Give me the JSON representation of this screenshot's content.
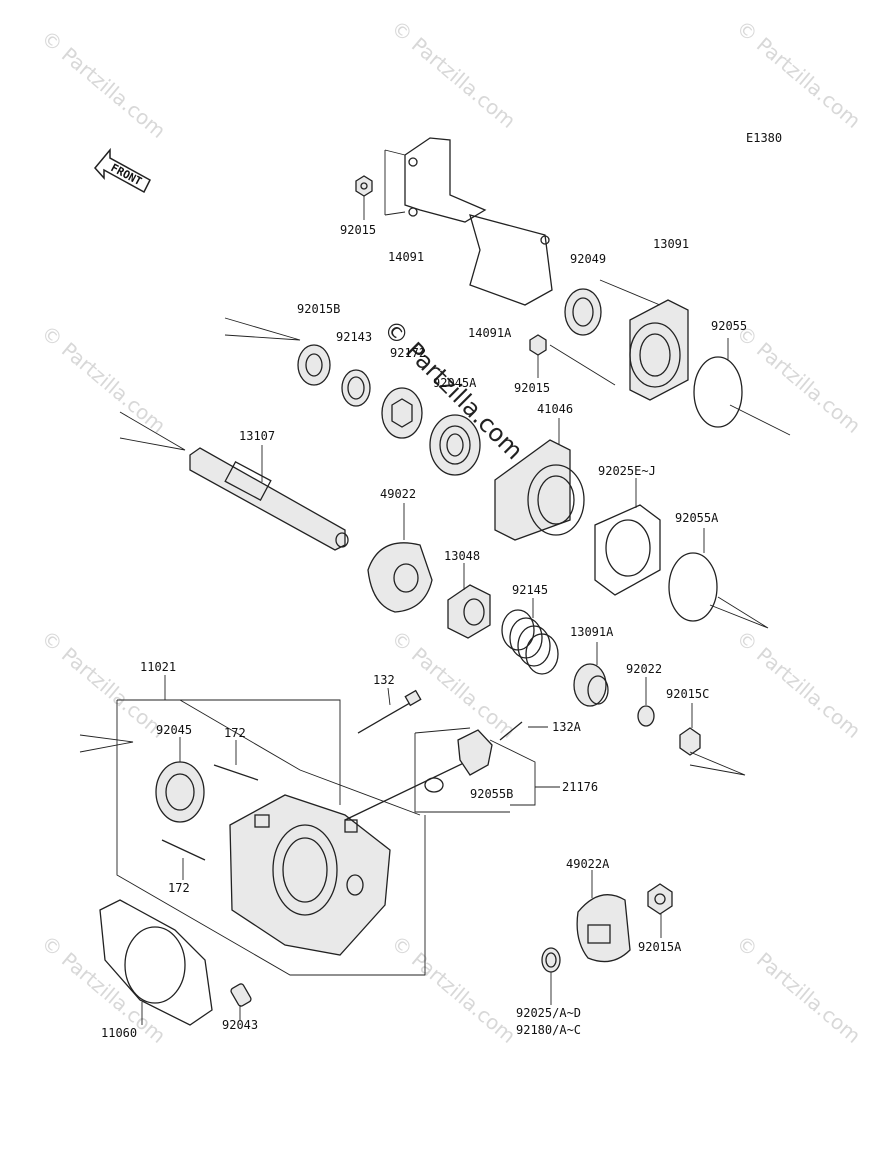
{
  "diagram": {
    "code": "E1380",
    "front_label": "FRONT",
    "watermark": "© Partzilla.com",
    "parts": {
      "p92015_top": "92015",
      "p14091": "14091",
      "p92049": "92049",
      "p13091": "13091",
      "p92055": "92055",
      "p92015B": "92015B",
      "p92143": "92143",
      "p92172": "92172",
      "p92045A": "92045A",
      "p14091A": "14091A",
      "p92015_mid": "92015",
      "p41046": "41046",
      "p13107": "13107",
      "p49022": "49022",
      "p92025EJ": "92025E~J",
      "p92055A": "92055A",
      "p13048": "13048",
      "p92145": "92145",
      "p13091A": "13091A",
      "p92022": "92022",
      "p92015C": "92015C",
      "p11021": "11021",
      "p132": "132",
      "p132A": "132A",
      "p92045": "92045",
      "p172_top": "172",
      "p21176": "21176",
      "p92055B": "92055B",
      "p172_bot": "172",
      "p49022A": "49022A",
      "p92015A": "92015A",
      "p11060": "11060",
      "p92043": "92043",
      "p92025AD": "92025/A~D",
      "p92180AC": "92180/A~C"
    }
  }
}
